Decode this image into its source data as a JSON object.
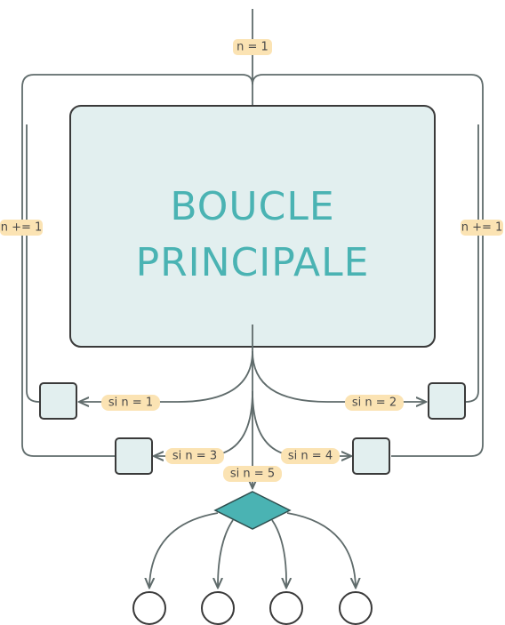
{
  "diagram": {
    "main_box": {
      "line1": "BOUCLE",
      "line2": "PRINCIPALE"
    },
    "labels": {
      "init": "n = 1",
      "incr_left": "n += 1",
      "incr_right": "n += 1",
      "cond1": "si n = 1",
      "cond2": "si n = 2",
      "cond3": "si n = 3",
      "cond4": "si n = 4",
      "cond5": "si n = 5"
    }
  }
}
